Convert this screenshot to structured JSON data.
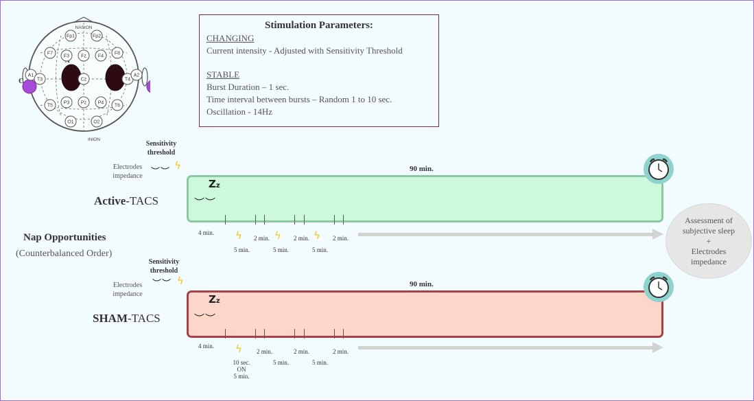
{
  "eeg": {
    "nasion": "NASION",
    "inion": "INION",
    "label_a": "A",
    "label_c": "C",
    "electrodes": [
      "Fp1",
      "Fp2",
      "F7",
      "F3",
      "Fz",
      "F4",
      "F8",
      "A1",
      "T3",
      "Cz",
      "T4",
      "A2",
      "T5",
      "P3",
      "Pz",
      "P4",
      "T6",
      "O1",
      "O2"
    ]
  },
  "params": {
    "title": "Stimulation Parameters:",
    "changing_head": "CHANGING",
    "changing_line": "Current intensity - Adjusted with Sensitivity Threshold",
    "stable_head": "STABLE",
    "stable_lines": [
      "Burst Duration – 1 sec.",
      "Time interval between bursts – Random 1 to 10 sec.",
      "Oscillation - 14Hz"
    ]
  },
  "sensitivity_threshold": [
    "Sensitivity",
    "threshold"
  ],
  "electrodes_impedance": [
    "Electrodes",
    "impedance"
  ],
  "nap": {
    "title": "Nap Opportunities",
    "subtitle": "(Counterbalanced Order)"
  },
  "active": {
    "label_bold": "Active",
    "label_rest": "-TACS",
    "duration": "90 min.",
    "first": "4 min.",
    "gaps": [
      "2 min.",
      "2 min.",
      "2 min."
    ],
    "stims": [
      "5 min.",
      "5 min.",
      "5 min."
    ]
  },
  "sham": {
    "label_bold": "SHAM",
    "label_rest": "-TACS",
    "duration": "90 min.",
    "first": "4 min.",
    "gaps": [
      "2 min.",
      "2 min.",
      "2 min."
    ],
    "stim_first": [
      "10 sec.",
      "ON",
      "5 min."
    ],
    "stims": [
      "5 min.",
      "5 min."
    ]
  },
  "assessment": [
    "Assessment of",
    "subjective sleep",
    "+",
    "Electrodes",
    "impedance"
  ],
  "colors": {
    "active_fill": "#ccf8dc",
    "active_border": "#8cc8a4",
    "sham_fill": "#fcd6c8",
    "sham_border": "#a8404a",
    "electrode_purple": "#a64ad8",
    "clock": "#8fd3cf",
    "bolt": "#f5c518"
  },
  "icons": [
    "eeg-head-diagram",
    "lightning-bolt-icon",
    "closed-eyes-icon",
    "zzz-icon",
    "alarm-clock-icon",
    "arrow-right-icon"
  ]
}
